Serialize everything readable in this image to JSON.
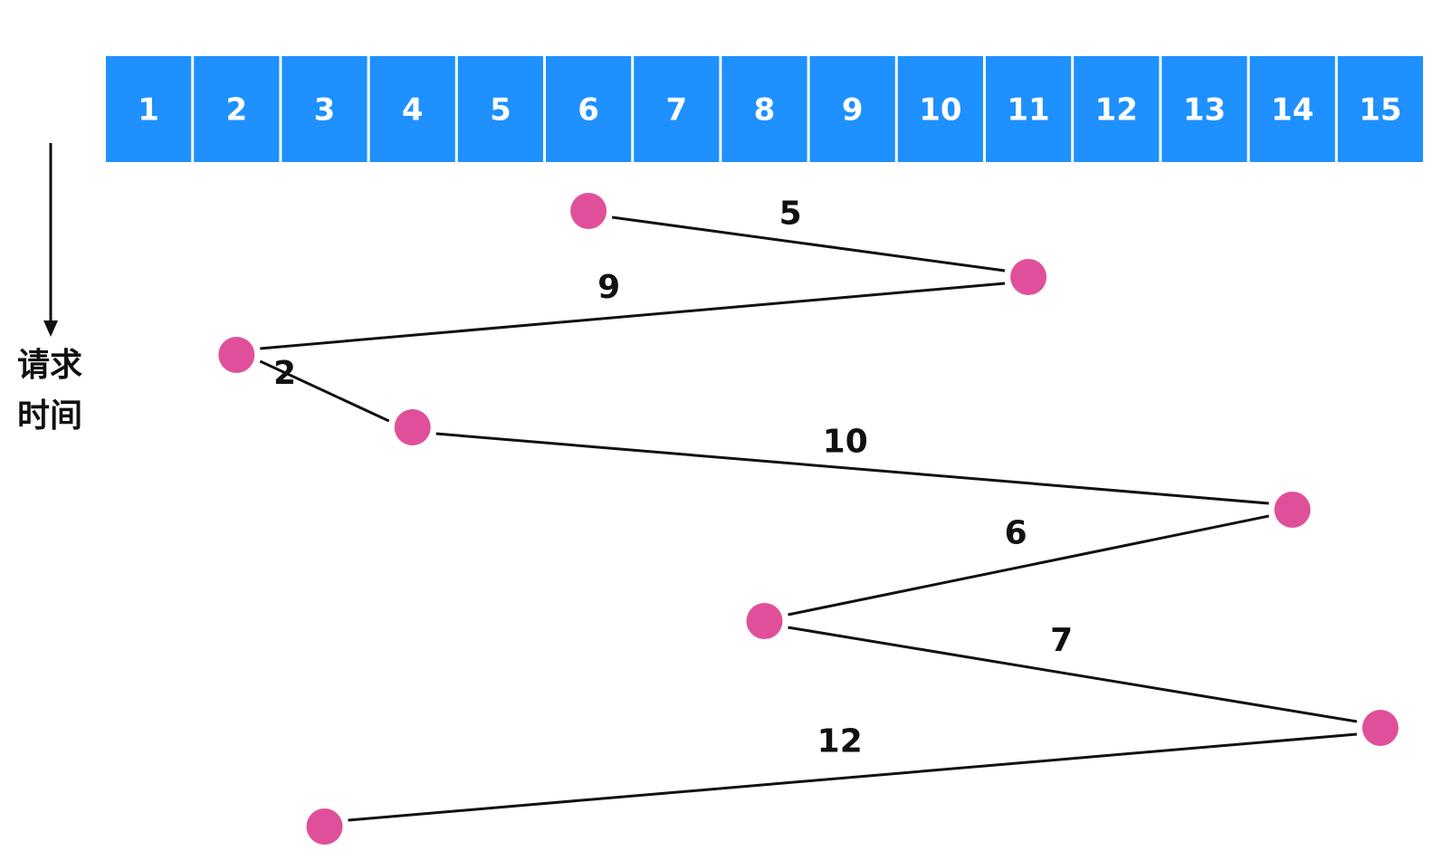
{
  "tracks": [
    "1",
    "2",
    "3",
    "4",
    "5",
    "6",
    "7",
    "8",
    "9",
    "10",
    "11",
    "12",
    "13",
    "14",
    "15"
  ],
  "time_axis": {
    "line1": "请求",
    "line2": "时间"
  },
  "requests": [
    6,
    11,
    2,
    4,
    14,
    8,
    15,
    3
  ],
  "seek_distances": [
    "5",
    "9",
    "2",
    "10",
    "6",
    "7",
    "12"
  ],
  "colors": {
    "track_fill": "#1E90FF",
    "track_text": "#FFFFFF",
    "point": "#E0509A",
    "line": "#111111",
    "label": "#111111"
  }
}
